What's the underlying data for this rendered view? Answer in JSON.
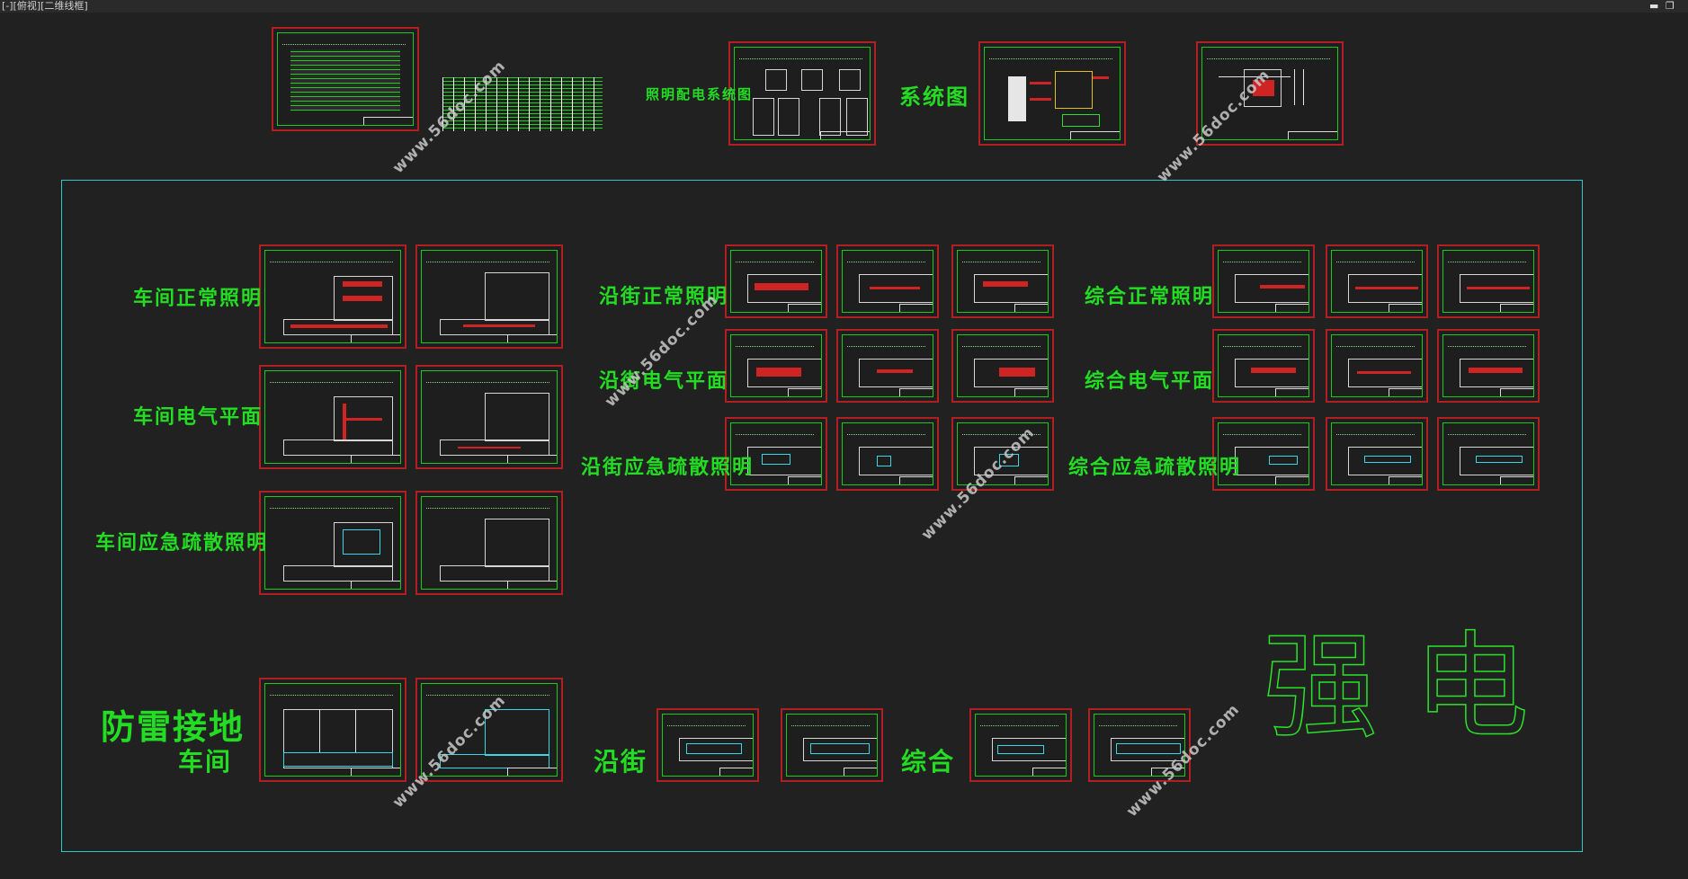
{
  "window": {
    "title": "[-][俯视][二维线框]",
    "minimize_glyph": "▬",
    "restore_glyph": "❐"
  },
  "labels": {
    "workshop_normal": "车间正常照明",
    "workshop_electrical": "车间电气平面",
    "workshop_emergency": "车间应急疏散照明",
    "street_normal": "沿街正常照明",
    "street_electrical": "沿街电气平面",
    "street_emergency": "沿街应急疏散照明",
    "complex_normal": "综合正常照明",
    "complex_electrical": "综合电气平面",
    "complex_emergency": "综合应急疏散照明",
    "lightning_grounding": "防雷接地",
    "workshop": "车间",
    "street": "沿街",
    "complex": "综合",
    "lighting_distribution_system": "照明配电系统图",
    "system_diagram": "系统图",
    "strong_current": "强电"
  },
  "watermark": "www.56doc.com",
  "colors": {
    "background": "#212121",
    "label_green": "#22dd22",
    "sheet_border": "#b02020",
    "frame_cyan": "#2fc7c7"
  }
}
